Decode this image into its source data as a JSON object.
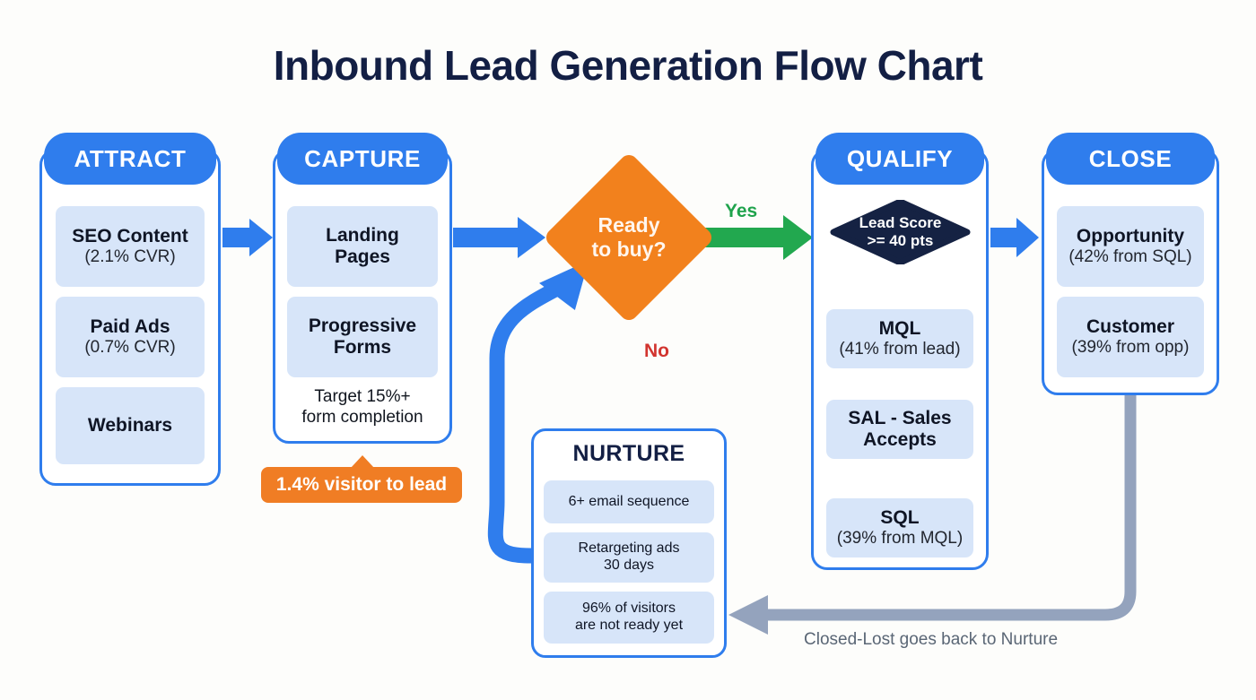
{
  "page": {
    "title": "Inbound Lead Generation Flow Chart",
    "background_color": "#fdfdfb"
  },
  "colors": {
    "brand_blue": "#2f7ded",
    "item_blue": "#d7e5f9",
    "orange": "#f2811d",
    "callout_orange": "#f07d24",
    "green": "#1fa34c",
    "red": "#d2342f",
    "navy": "#152243",
    "gray_loop": "#94a3bd"
  },
  "stages": [
    {
      "id": "attract",
      "header": "ATTRACT",
      "items": [
        {
          "line1": "SEO Content",
          "line2": "(2.1% CVR)"
        },
        {
          "line1": "Paid Ads",
          "line2": "(0.7% CVR)"
        },
        {
          "line1": "Webinars",
          "line2": ""
        }
      ]
    },
    {
      "id": "capture",
      "header": "CAPTURE",
      "items": [
        {
          "line1": "Landing",
          "line2_bold": "Pages"
        },
        {
          "line1": "Progressive",
          "line2_bold": "Forms"
        }
      ],
      "note_line1": "Target 15%+",
      "note_line2": "form completion",
      "callout": "1.4% visitor to lead"
    },
    {
      "id": "qualify",
      "header": "QUALIFY",
      "gate": {
        "line1": "Lead Score",
        "line2": ">= 40 pts"
      },
      "items": [
        {
          "line1": "MQL",
          "line2": "(41% from lead)"
        },
        {
          "line1": "SAL - Sales",
          "line2_bold": "Accepts"
        },
        {
          "line1": "SQL",
          "line2": "(39% from MQL)"
        }
      ]
    },
    {
      "id": "close",
      "header": "CLOSE",
      "items": [
        {
          "line1": "Opportunity",
          "line2": "(42% from SQL)"
        },
        {
          "line1": "Customer",
          "line2": "(39% from opp)"
        }
      ]
    }
  ],
  "decision": {
    "line1": "Ready",
    "line2": "to buy?",
    "yes_label": "Yes",
    "no_label": "No"
  },
  "nurture": {
    "title": "NURTURE",
    "items": [
      {
        "line1": "6+ email sequence",
        "line2": ""
      },
      {
        "line1": "Retargeting ads",
        "line2": "30 days"
      },
      {
        "line1": "96% of visitors",
        "line2": "are not ready yet"
      }
    ]
  },
  "loop": {
    "label": "Closed-Lost goes back to Nurture"
  }
}
